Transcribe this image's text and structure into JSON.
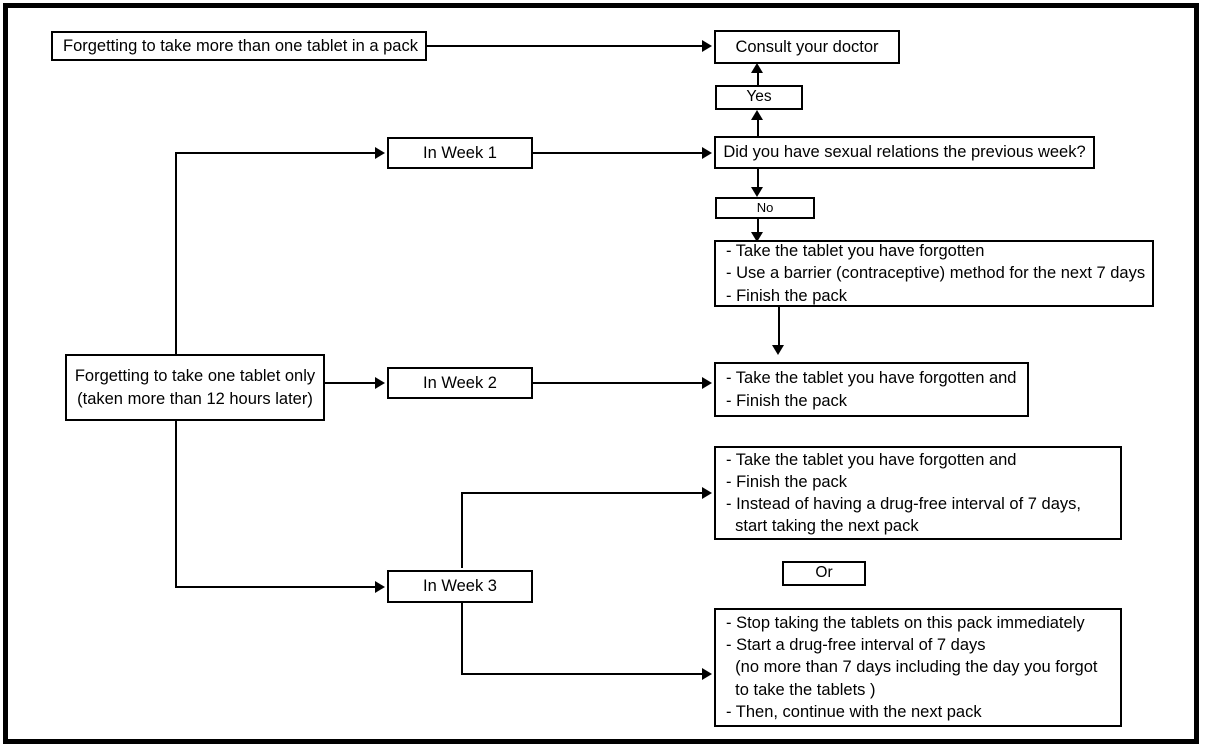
{
  "diagram": {
    "title": "Missed contraceptive tablet decision flowchart",
    "colors": {
      "line": "#000000",
      "box_fill": "#ffffff",
      "text": "#000000",
      "frame": "#000000"
    },
    "nodes": {
      "forget_multiple": "Forgetting to take more than one tablet in a pack",
      "consult_doctor": "Consult your doctor",
      "yes_label": "Yes",
      "no_label": "No",
      "question_sexual_relations": "Did you have sexual relations the previous week?",
      "week1": "In Week 1",
      "week2": "In Week 2",
      "week3": "In Week 3",
      "forget_one": "Forgetting to take one tablet only\n(taken more than 12 hours later)",
      "action_week1": "- Take the tablet you have forgotten\n- Use a barrier (contraceptive) method for the next 7 days\n- Finish the pack",
      "action_week2": "- Take the tablet you have forgotten and\n- Finish the pack",
      "action_week3_a": "- Take the tablet you have forgotten and\n- Finish the pack\n- Instead of having a drug-free interval of 7 days,\n  start taking the next pack",
      "or_label": "Or",
      "action_week3_b": "- Stop taking the tablets on this pack immediately\n- Start a drug-free interval of 7 days\n  (no more than 7 days including the day you forgot\n  to take the tablets )\n- Then, continue with the next pack"
    },
    "edges": [
      {
        "from": "forget_multiple",
        "to": "consult_doctor",
        "arrow": "right"
      },
      {
        "from": "question_sexual_relations",
        "to": "yes_label",
        "arrow": "up"
      },
      {
        "from": "yes_label",
        "to": "consult_doctor",
        "arrow": "up"
      },
      {
        "from": "question_sexual_relations",
        "to": "no_label",
        "arrow": "down"
      },
      {
        "from": "no_label",
        "to": "action_week1",
        "arrow": "down"
      },
      {
        "from": "forget_one",
        "to": "week1",
        "arrow": "right"
      },
      {
        "from": "week1",
        "to": "question_sexual_relations",
        "arrow": "right"
      },
      {
        "from": "forget_one",
        "to": "week2",
        "arrow": "right"
      },
      {
        "from": "week2",
        "to": "action_week2",
        "arrow": "right"
      },
      {
        "from": "action_week1",
        "to": "action_week2",
        "arrow": "down"
      },
      {
        "from": "forget_one",
        "to": "week3",
        "arrow": "right"
      },
      {
        "from": "week3",
        "to": "action_week3_a",
        "arrow": "right"
      },
      {
        "from": "week3",
        "to": "action_week3_b",
        "arrow": "right"
      }
    ]
  }
}
